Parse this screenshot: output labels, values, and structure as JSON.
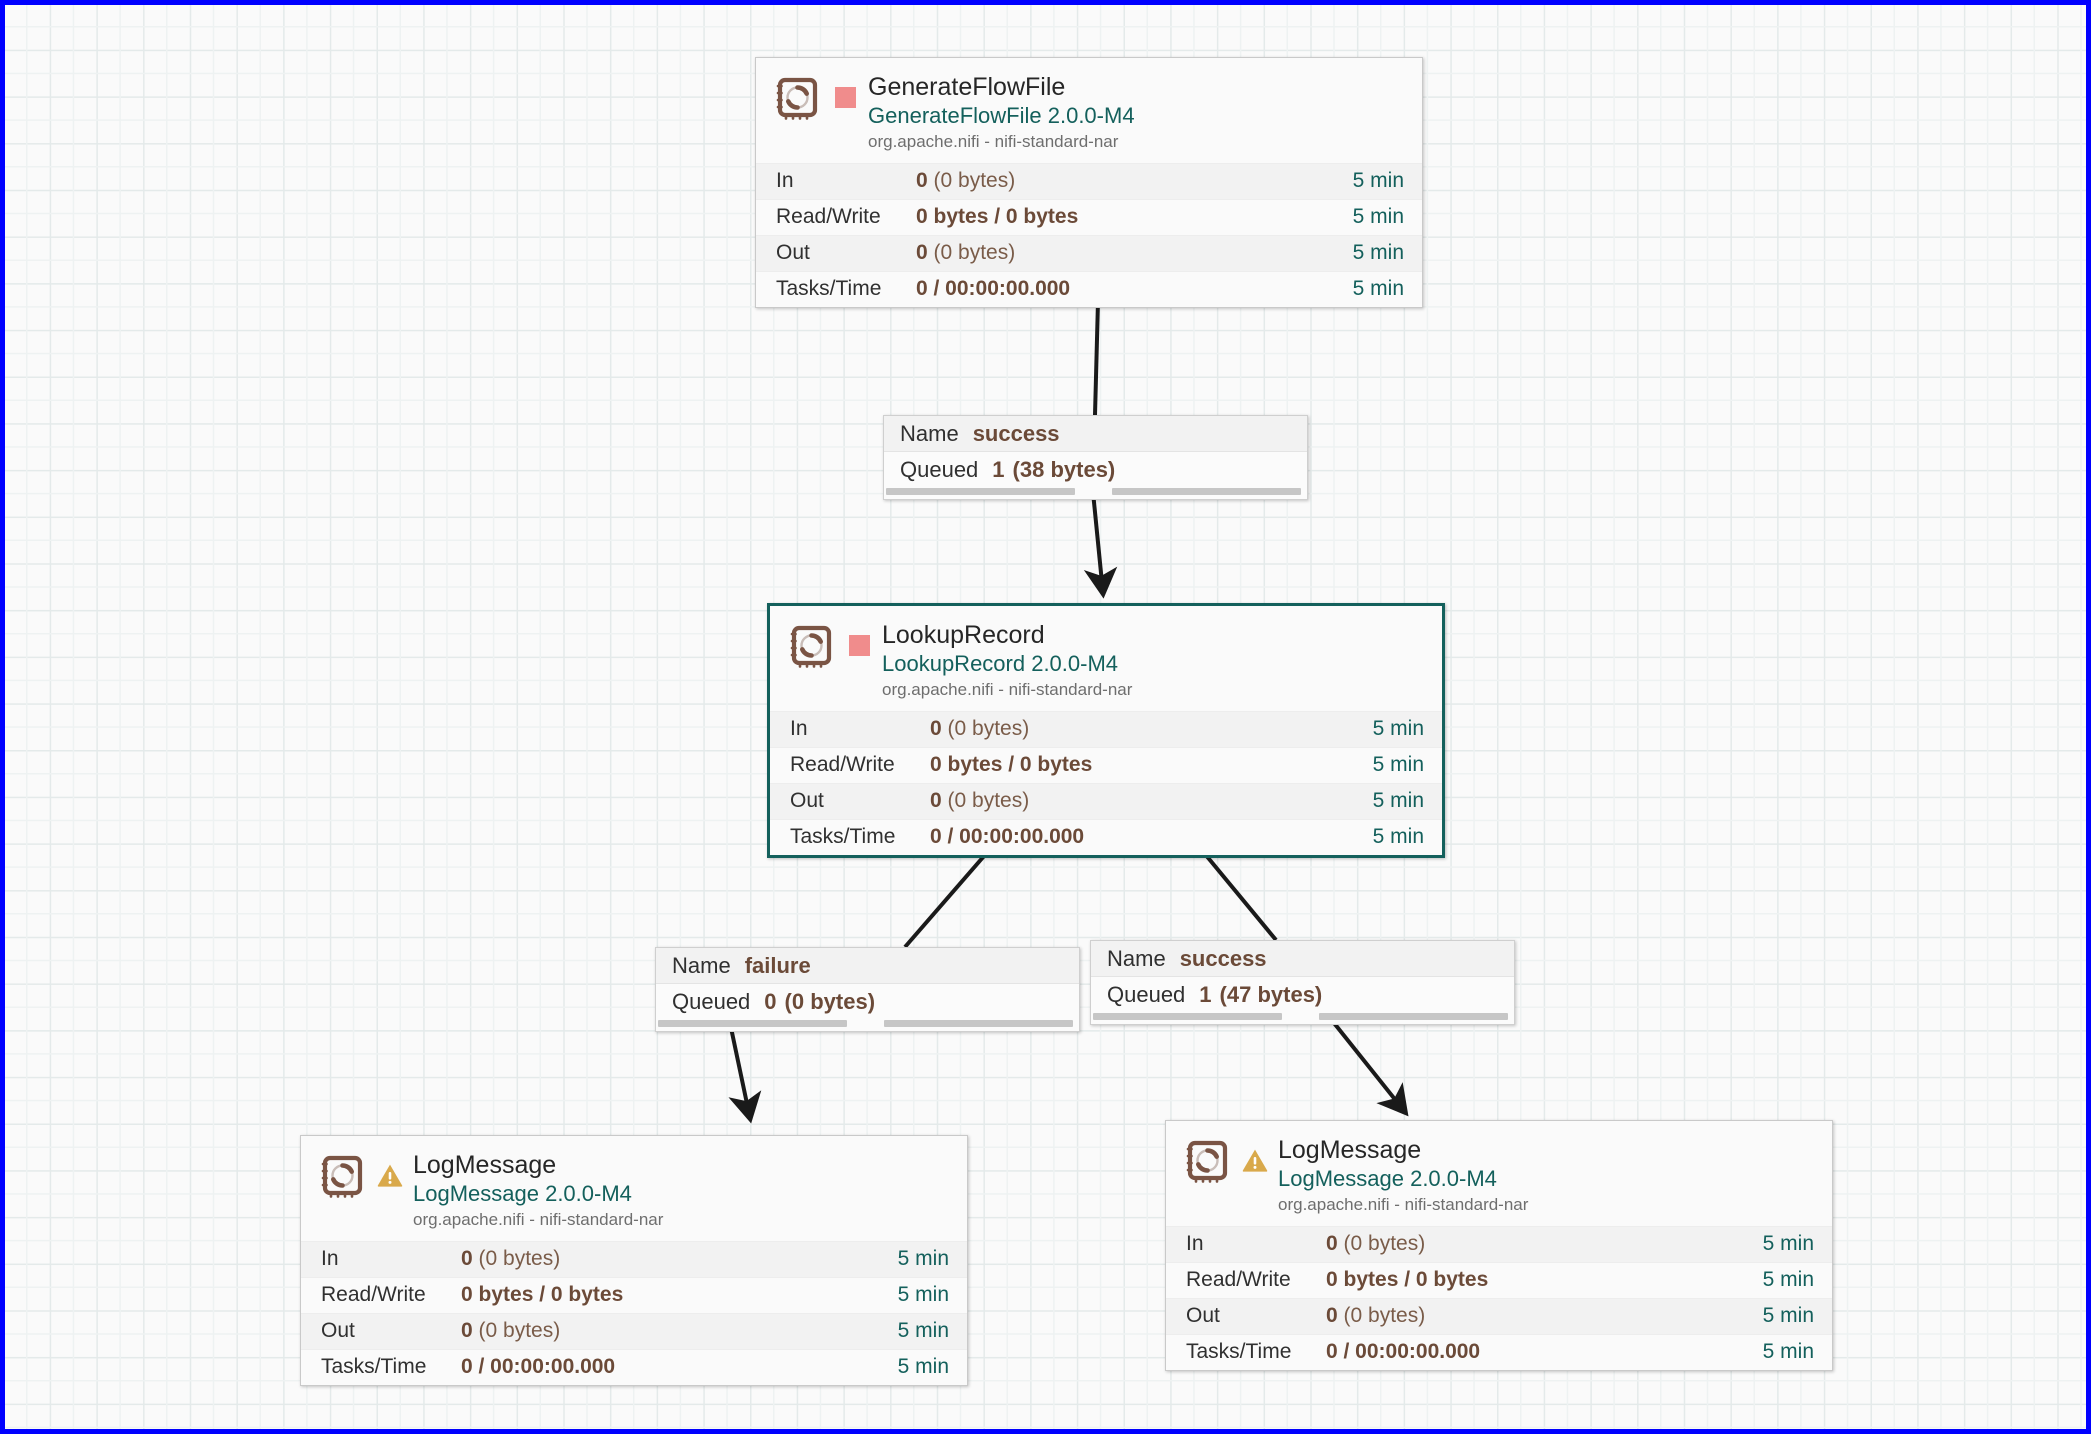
{
  "canvas": {
    "frame_color": "#0000ff",
    "background": "#fafafa",
    "grid_color": "#e4eaea"
  },
  "colors": {
    "accent_teal": "#14605c",
    "value_brown": "#6b4a38",
    "stopped_red": "#f08c8c",
    "warning_gold": "#d9a94b",
    "icon_brown": "#7a5444",
    "connection_black": "#1a1a1a"
  },
  "processors": [
    {
      "id": "generateflowfile",
      "name": "GenerateFlowFile",
      "type": "GenerateFlowFile 2.0.0-M4",
      "bundle": "org.apache.nifi - nifi-standard-nar",
      "status_icon": "stopped-square-icon",
      "selected": false,
      "stats": [
        {
          "label": "In",
          "value": "0",
          "detail": "(0 bytes)",
          "time": "5 min"
        },
        {
          "label": "Read/Write",
          "value": "0 bytes / 0 bytes",
          "detail": "",
          "time": "5 min"
        },
        {
          "label": "Out",
          "value": "0",
          "detail": "(0 bytes)",
          "time": "5 min"
        },
        {
          "label": "Tasks/Time",
          "value": "0 / 00:00:00.000",
          "detail": "",
          "time": "5 min"
        }
      ]
    },
    {
      "id": "lookuprecord",
      "name": "LookupRecord",
      "type": "LookupRecord 2.0.0-M4",
      "bundle": "org.apache.nifi - nifi-standard-nar",
      "status_icon": "stopped-square-icon",
      "selected": true,
      "stats": [
        {
          "label": "In",
          "value": "0",
          "detail": "(0 bytes)",
          "time": "5 min"
        },
        {
          "label": "Read/Write",
          "value": "0 bytes / 0 bytes",
          "detail": "",
          "time": "5 min"
        },
        {
          "label": "Out",
          "value": "0",
          "detail": "(0 bytes)",
          "time": "5 min"
        },
        {
          "label": "Tasks/Time",
          "value": "0 / 00:00:00.000",
          "detail": "",
          "time": "5 min"
        }
      ]
    },
    {
      "id": "logmessage-left",
      "name": "LogMessage",
      "type": "LogMessage 2.0.0-M4",
      "bundle": "org.apache.nifi - nifi-standard-nar",
      "status_icon": "warning-triangle-icon",
      "selected": false,
      "stats": [
        {
          "label": "In",
          "value": "0",
          "detail": "(0 bytes)",
          "time": "5 min"
        },
        {
          "label": "Read/Write",
          "value": "0 bytes / 0 bytes",
          "detail": "",
          "time": "5 min"
        },
        {
          "label": "Out",
          "value": "0",
          "detail": "(0 bytes)",
          "time": "5 min"
        },
        {
          "label": "Tasks/Time",
          "value": "0 / 00:00:00.000",
          "detail": "",
          "time": "5 min"
        }
      ]
    },
    {
      "id": "logmessage-right",
      "name": "LogMessage",
      "type": "LogMessage 2.0.0-M4",
      "bundle": "org.apache.nifi - nifi-standard-nar",
      "status_icon": "warning-triangle-icon",
      "selected": false,
      "stats": [
        {
          "label": "In",
          "value": "0",
          "detail": "(0 bytes)",
          "time": "5 min"
        },
        {
          "label": "Read/Write",
          "value": "0 bytes / 0 bytes",
          "detail": "",
          "time": "5 min"
        },
        {
          "label": "Out",
          "value": "0",
          "detail": "(0 bytes)",
          "time": "5 min"
        },
        {
          "label": "Tasks/Time",
          "value": "0 / 00:00:00.000",
          "detail": "",
          "time": "5 min"
        }
      ]
    }
  ],
  "connections": [
    {
      "id": "conn-gff-success",
      "name_key": "Name",
      "name_value": "success",
      "queued_key": "Queued",
      "queued_count": "1",
      "queued_size": "(38 bytes)"
    },
    {
      "id": "conn-lookup-failure",
      "name_key": "Name",
      "name_value": "failure",
      "queued_key": "Queued",
      "queued_count": "0",
      "queued_size": "(0 bytes)"
    },
    {
      "id": "conn-lookup-success",
      "name_key": "Name",
      "name_value": "success",
      "queued_key": "Queued",
      "queued_count": "1",
      "queued_size": "(47 bytes)"
    }
  ]
}
